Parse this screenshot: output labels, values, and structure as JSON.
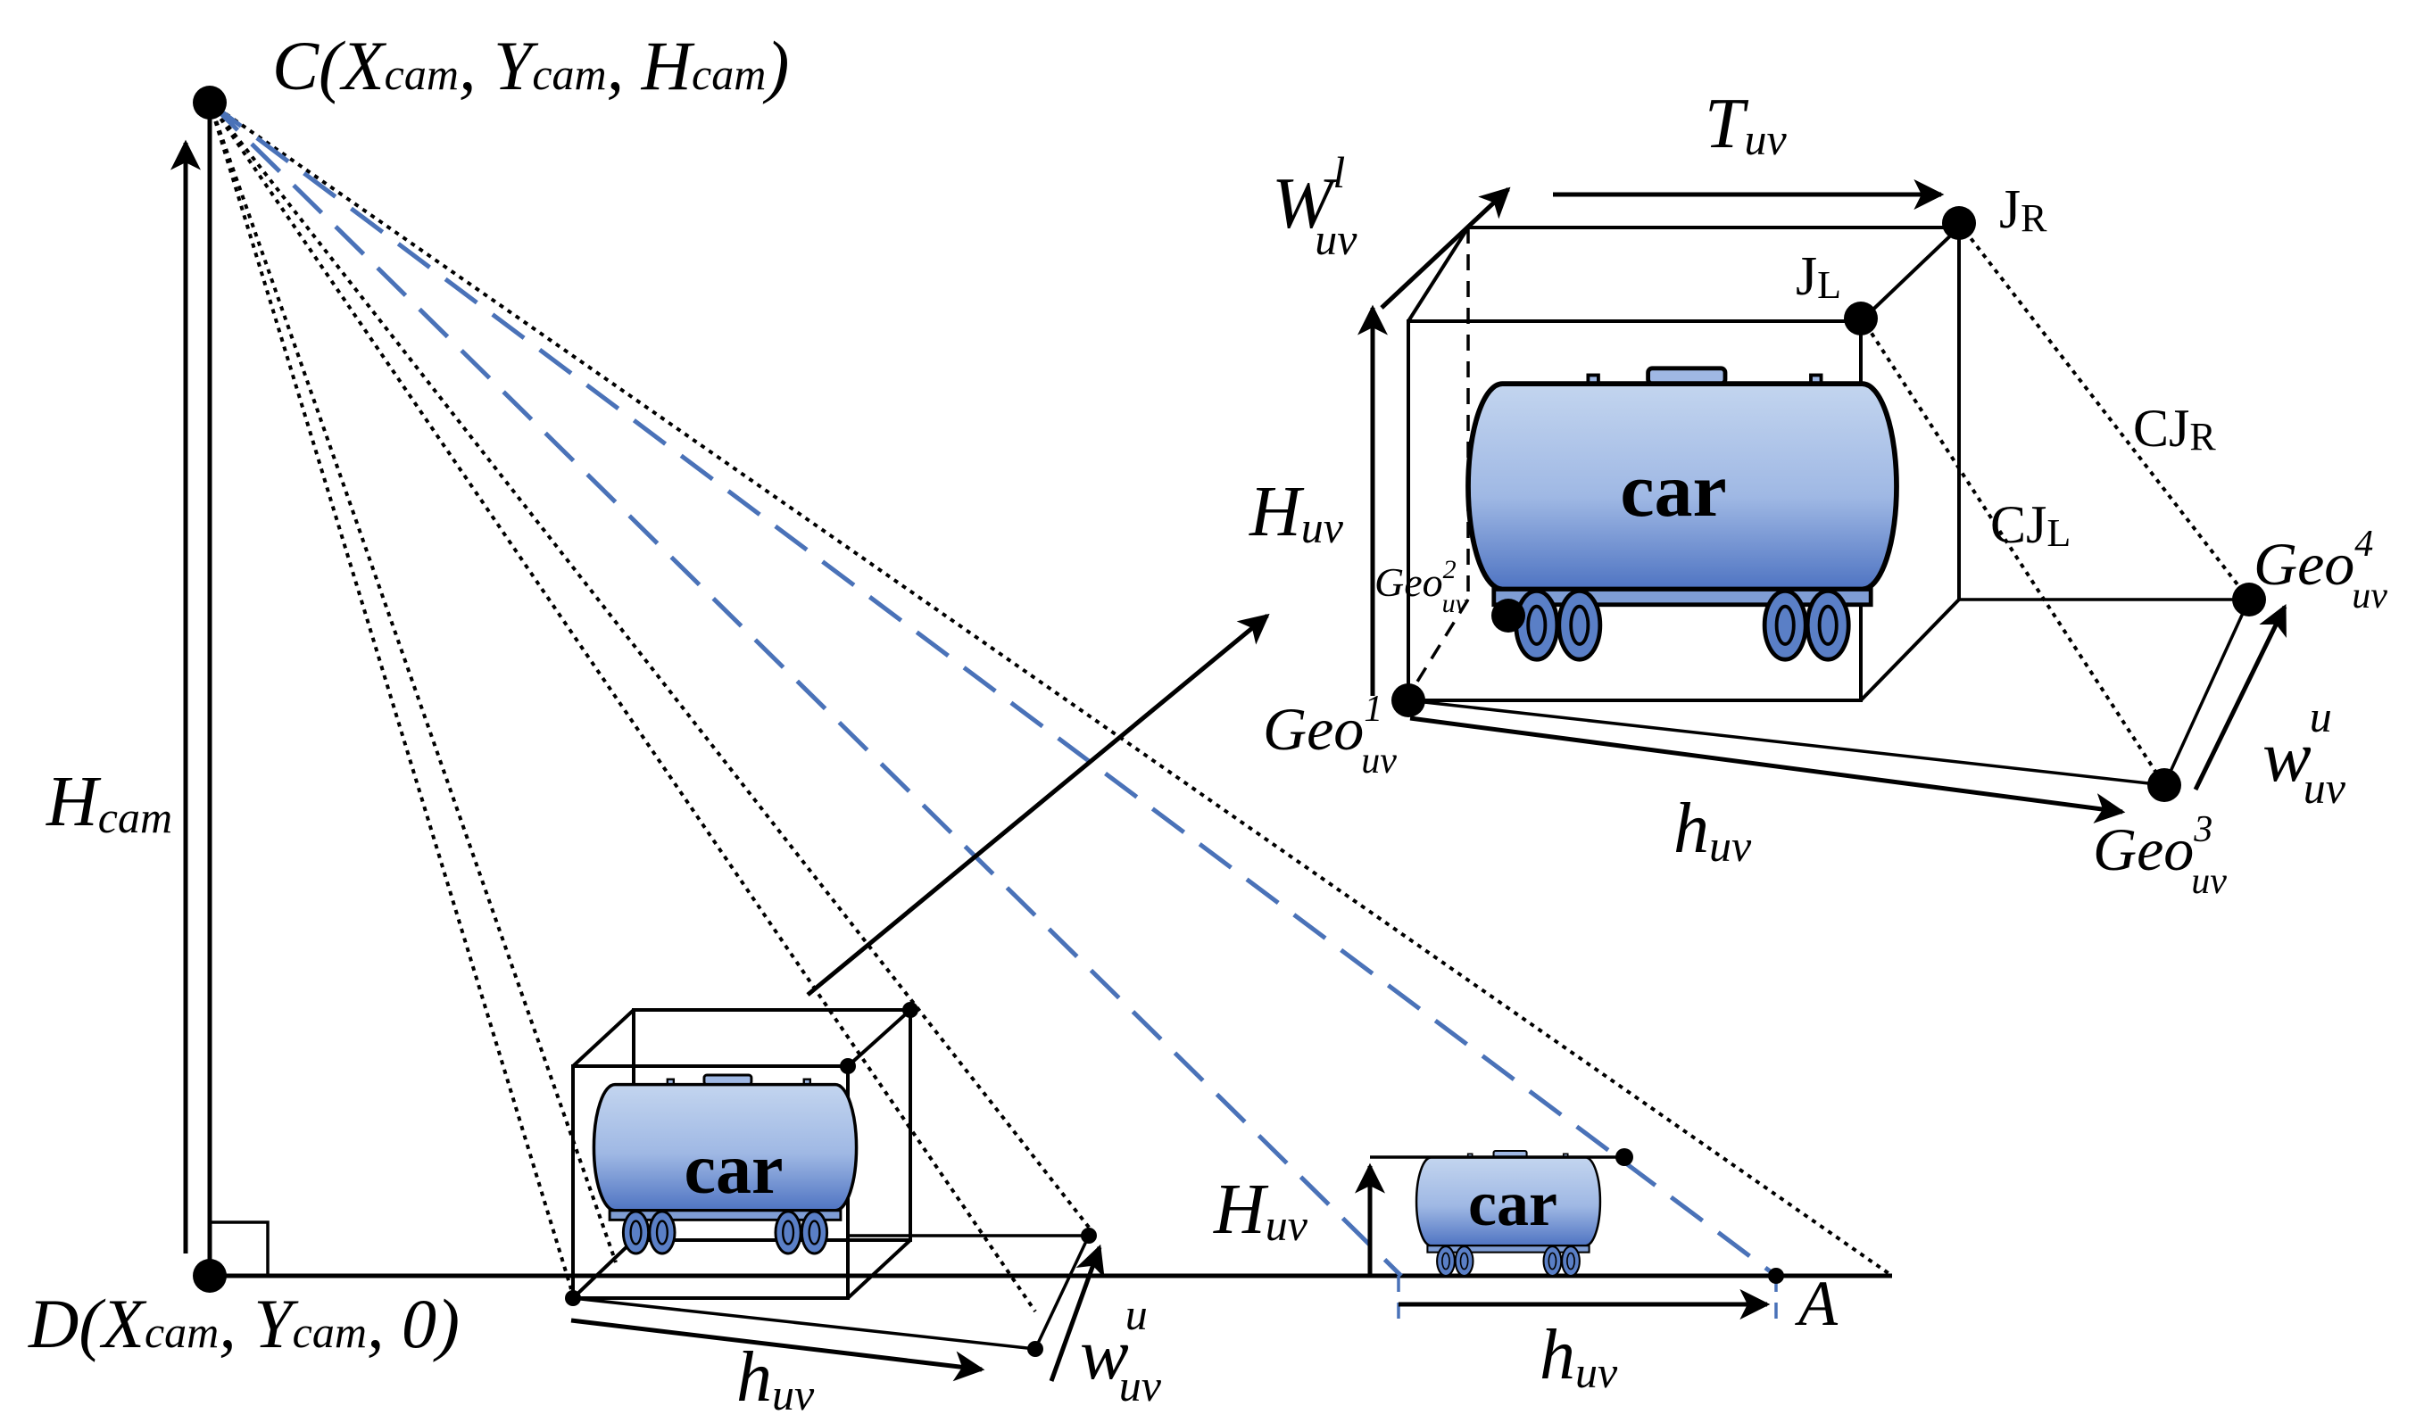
{
  "labels": {
    "camera_point": "C(Xcam, Ycam, Hcam)",
    "camera_point_parts": {
      "prefix": "C(X",
      "s1": "cam",
      "m1": ", Y",
      "s2": "cam",
      "m2": ", H",
      "s3": "cam",
      "suffix": ")"
    },
    "ground_point_parts": {
      "prefix": "D(X",
      "s1": "cam",
      "m1": ", Y",
      "s2": "cam",
      "suffix": ", 0)"
    },
    "camera_height": {
      "base": "H",
      "sub": "cam"
    },
    "point_a": "A",
    "car_text": "car",
    "h_uv": {
      "base": "h",
      "sub": "uv"
    },
    "H_uv": {
      "base": "H",
      "sub": "uv"
    },
    "T_uv": {
      "base": "T",
      "sub": "uv"
    },
    "W_l_uv": {
      "base": "W",
      "sup": "l",
      "sub": "uv"
    },
    "w_u_uv": {
      "base": "w",
      "sup": "u",
      "sub": "uv"
    },
    "J_L": {
      "base": "J",
      "sub": "L"
    },
    "J_R": {
      "base": "J",
      "sub": "R"
    },
    "CJ_L": {
      "base": "CJ",
      "sub": "L"
    },
    "CJ_R": {
      "base": "CJ",
      "sub": "R"
    },
    "geo1": {
      "base": "Geo",
      "sup": "1",
      "sub": "uv"
    },
    "geo2": {
      "base": "Geo",
      "sup": "2",
      "sub": "uv"
    },
    "geo3": {
      "base": "Geo",
      "sup": "3",
      "sub": "uv"
    },
    "geo4": {
      "base": "Geo",
      "sup": "4",
      "sub": "uv"
    }
  },
  "colors": {
    "car_body_top": "#c3d5ef",
    "car_body_bottom": "#4f74c2",
    "wheel": "#5a7fc6",
    "blue_dash": "#4a72b8",
    "ink": "#000000"
  }
}
